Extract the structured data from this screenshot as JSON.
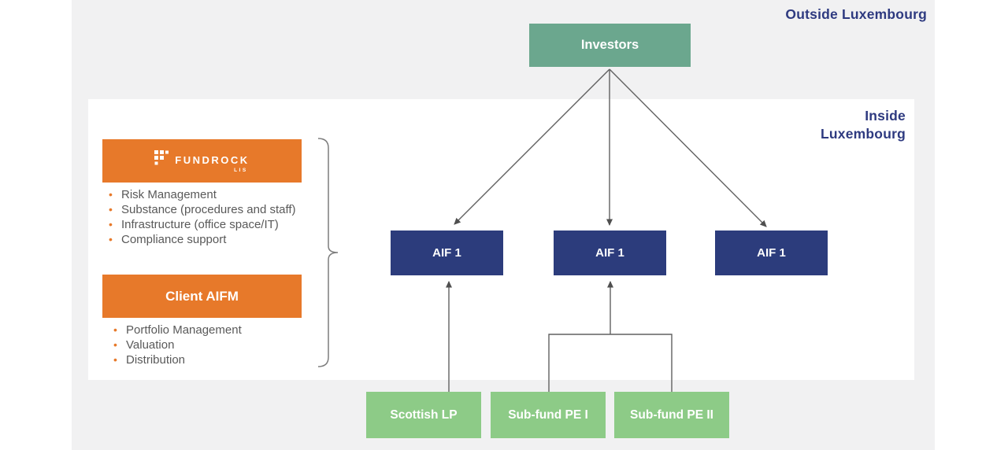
{
  "regions": {
    "outside_label": "Outside Luxembourg",
    "inside_label": "Inside Luxembourg"
  },
  "nodes": {
    "investors": "Investors",
    "aif_boxes": [
      "AIF 1",
      "AIF 1",
      "AIF 1"
    ],
    "bottom_boxes": [
      "Scottish LP",
      "Sub-fund PE I",
      "Sub-fund PE II"
    ]
  },
  "fundrock": {
    "logo_text": "FUNDROCK",
    "logo_sub": "LIS",
    "services": [
      "Risk Management",
      "Substance (procedures and staff)",
      "Infrastructure (office space/IT)",
      "Compliance support"
    ]
  },
  "client_aifm": {
    "title": "Client AIFM",
    "services": [
      "Portfolio Management",
      "Valuation",
      "Distribution"
    ]
  },
  "colors": {
    "orange": "#e7792a",
    "navy_box": "#2c3c7c",
    "teal_green": "#6ba78e",
    "light_green": "#8dcb87",
    "heading_navy": "#2e3a80",
    "body_text_gray": "#595959",
    "line_gray": "#616161",
    "canvas_gray": "#f1f1f2",
    "panel_white": "#ffffff"
  }
}
